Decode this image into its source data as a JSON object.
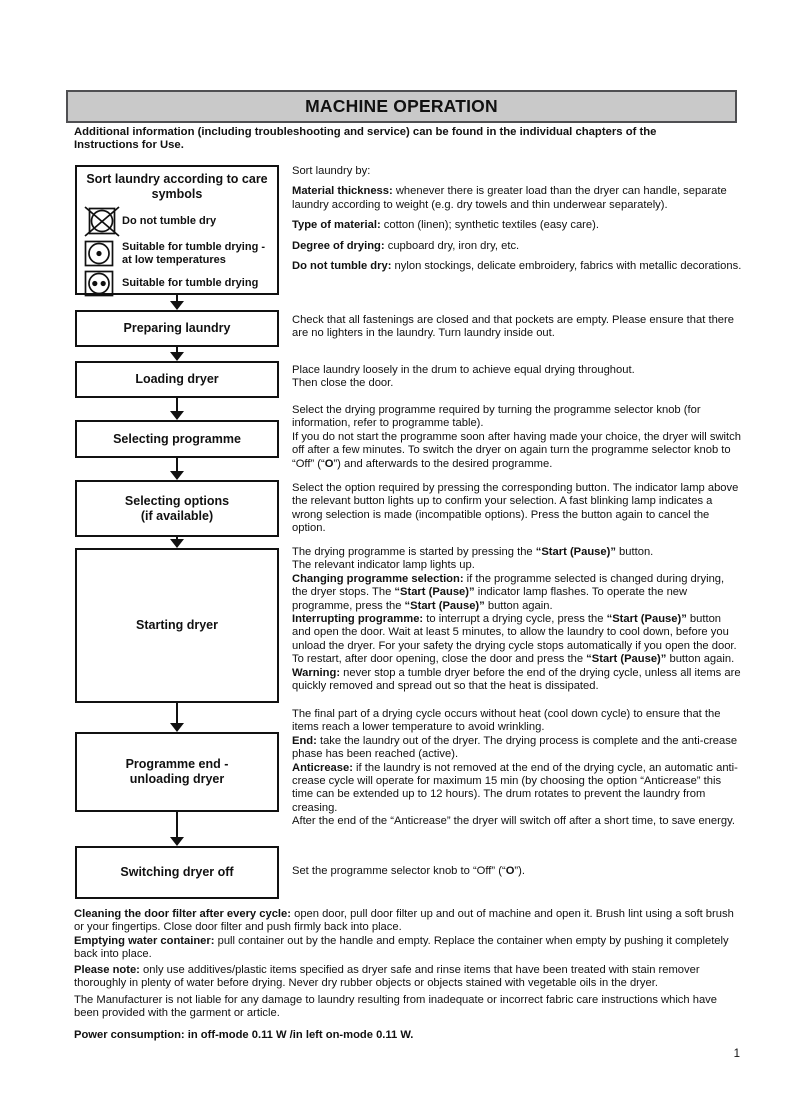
{
  "header": {
    "title": "MACHINE OPERATION"
  },
  "intro": "Additional information (including troubleshooting and service) can be found in the individual chapters of the Instructions for Use.",
  "page_number": "1",
  "flow": {
    "sort": {
      "title": "Sort laundry according to care symbols",
      "symbols": [
        {
          "icon": "do-not-tumble-dry-icon",
          "label": "Do not tumble dry"
        },
        {
          "icon": "tumble-dry-low-heat-icon",
          "label": "Suitable for tumble drying -\nat low temperatures"
        },
        {
          "icon": "tumble-dry-icon",
          "label": "Suitable for tumble drying"
        }
      ]
    },
    "steps": {
      "preparing": "Preparing laundry",
      "loading": "Loading dryer",
      "selecting_programme": "Selecting programme",
      "selecting_options": "Selecting options\n(if available)",
      "starting": "Starting dryer",
      "programme_end": "Programme end -\nunloading dryer",
      "switching_off": "Switching dryer off"
    }
  },
  "texts": {
    "sort": [
      [
        {
          "t": "Sort laundry by:"
        }
      ],
      [
        {
          "t": "Material thickness:",
          "b": true
        },
        {
          "t": " whenever there is greater load than the dryer can handle, separate laundry according to weight (e.g. dry towels and thin underwear separately)."
        }
      ],
      [
        {
          "t": "Type of material:",
          "b": true
        },
        {
          "t": " cotton (linen); synthetic textiles (easy care)."
        }
      ],
      [
        {
          "t": "Degree of drying:",
          "b": true
        },
        {
          "t": " cupboard dry, iron dry, etc."
        }
      ],
      [
        {
          "t": "Do not tumble dry:",
          "b": true
        },
        {
          "t": " nylon stockings, delicate embroidery, fabrics with metallic decorations."
        }
      ]
    ],
    "preparing": [
      [
        {
          "t": "Check that all fastenings are closed and that pockets are empty. Please ensure that there are no lighters in the laundry. Turn laundry inside out."
        }
      ]
    ],
    "loading": [
      [
        {
          "t": "Place laundry loosely in the drum to achieve equal drying throughout."
        }
      ],
      [
        {
          "t": "Then close the door."
        }
      ]
    ],
    "selecting_programme": [
      [
        {
          "t": "Select the drying programme required by turning the programme selector knob (for information, refer to programme table)."
        }
      ],
      [
        {
          "t": "If you do not start the programme soon after having made your choice, the dryer will switch off after a few minutes. To switch the dryer on again turn the programme selector knob to “Off” (“"
        },
        {
          "t": "O",
          "b": true
        },
        {
          "t": "”) and afterwards to the desired programme."
        }
      ]
    ],
    "selecting_options": [
      [
        {
          "t": "Select the option required by pressing the corresponding button. The indicator lamp above the relevant button lights up to confirm your selection. A fast blinking lamp indicates a wrong selection is made (incompatible options). Press the button again to cancel the option."
        }
      ]
    ],
    "starting": [
      [
        {
          "t": "The drying programme is started by pressing the "
        },
        {
          "t": "“Start (Pause)”",
          "b": true
        },
        {
          "t": " button."
        }
      ],
      [
        {
          "t": "The relevant indicator lamp lights up."
        }
      ],
      [
        {
          "t": "Changing programme selection:",
          "b": true
        },
        {
          "t": " if the programme selected is changed during drying, the dryer stops. The "
        },
        {
          "t": "“Start (Pause)”",
          "b": true
        },
        {
          "t": " indicator lamp flashes. To operate the new programme, press the "
        },
        {
          "t": "“Start (Pause)”",
          "b": true
        },
        {
          "t": " button again."
        }
      ],
      [
        {
          "t": "Interrupting programme:",
          "b": true
        },
        {
          "t": " to interrupt a drying cycle, press the "
        },
        {
          "t": "“Start (Pause)”",
          "b": true
        },
        {
          "t": " button and open the door. Wait at least 5 minutes, to allow the laundry to cool down, before you unload the dryer. For your safety the drying cycle stops automatically if you open the door. To restart, after door opening, close the door and press the "
        },
        {
          "t": "“Start (Pause)”",
          "b": true
        },
        {
          "t": " button again."
        }
      ],
      [
        {
          "t": "Warning:",
          "b": true
        },
        {
          "t": " never stop a tumble dryer before the end of the drying cycle, unless all items are quickly removed and spread out so that the heat is dissipated."
        }
      ]
    ],
    "programme_end": [
      [
        {
          "t": "The final part of a drying cycle occurs without heat (cool down cycle) to ensure that the items reach a lower temperature to avoid wrinkling."
        }
      ],
      [
        {
          "t": "End:",
          "b": true
        },
        {
          "t": " take the laundry out of the dryer. The drying process is complete and the anti-crease phase has been reached (active)."
        }
      ],
      [
        {
          "t": "Anticrease:",
          "b": true
        },
        {
          "t": " if the laundry is not removed at the end of the drying cycle, an automatic anti-crease cycle will operate for maximum 15 min (by choosing the option “Anticrease” this time can be extended up to 12 hours). The drum rotates to prevent the laundry from creasing."
        }
      ],
      [
        {
          "t": "After the end of the “Anticrease” the dryer will switch off after a short time, to save energy."
        }
      ]
    ],
    "switching_off": [
      [
        {
          "t": "Set the programme selector knob to “Off” (“"
        },
        {
          "t": "O",
          "b": true
        },
        {
          "t": "”)."
        }
      ]
    ]
  },
  "bottom": {
    "cleaning": [
      [
        {
          "t": "Cleaning the door filter after every cycle:",
          "b": true
        },
        {
          "t": " open door, pull door filter up and out of machine and open it. Brush lint using a soft brush or your fingertips. Close door filter and push firmly back into place."
        }
      ],
      [
        {
          "t": "Emptying water container:",
          "b": true
        },
        {
          "t": " pull container out by the handle and empty. Replace the container when empty by pushing it completely back into place."
        }
      ]
    ],
    "please_note": [
      [
        {
          "t": "Please note:",
          "b": true
        },
        {
          "t": " only use additives/plastic items specified as dryer safe and rinse items that have been treated with stain remover thoroughly in plenty of water before drying. Never dry rubber objects or objects stained with vegetable oils in the dryer."
        }
      ]
    ],
    "liability": [
      [
        {
          "t": "The Manufacturer is not liable for any damage to laundry resulting from inadequate or incorrect fabric care instructions which have been provided with the garment or article."
        }
      ]
    ],
    "power": [
      [
        {
          "t": "Power consumption: in off-mode 0.11 W /in left on-mode 0.11 W.",
          "b": true
        }
      ]
    ]
  }
}
